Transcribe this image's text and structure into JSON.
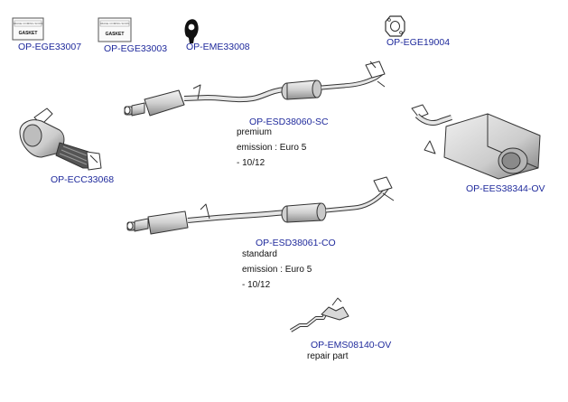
{
  "parts": {
    "gasket_a": {
      "code": "OP-EGE33007",
      "box_top": "IMAGE COMING SOON",
      "box_label": "GASKET"
    },
    "gasket_b": {
      "code": "OP-EGE33003",
      "box_top": "IMAGE COMING SOON",
      "box_label": "GASKET"
    },
    "mount": {
      "code": "OP-EME33008"
    },
    "flange_gasket": {
      "code": "OP-EGE19004"
    },
    "catalyst": {
      "code": "OP-ECC33068"
    },
    "rear_silencer": {
      "code": "OP-EES38344-OV"
    },
    "system_premium": {
      "code": "OP-ESD38060-SC",
      "line1": "premium",
      "line2": "emission : Euro 5",
      "line3": "- 10/12"
    },
    "system_standard": {
      "code": "OP-ESD38061-CO",
      "line1": "standard",
      "line2": "emission : Euro 5",
      "line3": "- 10/12"
    },
    "repair_pipe": {
      "code": "OP-EMS08140-OV",
      "note": "repair part"
    }
  },
  "colors": {
    "code_text": "#1f2a9c",
    "line": "#333333",
    "part_fill": "#d9d9d9"
  }
}
